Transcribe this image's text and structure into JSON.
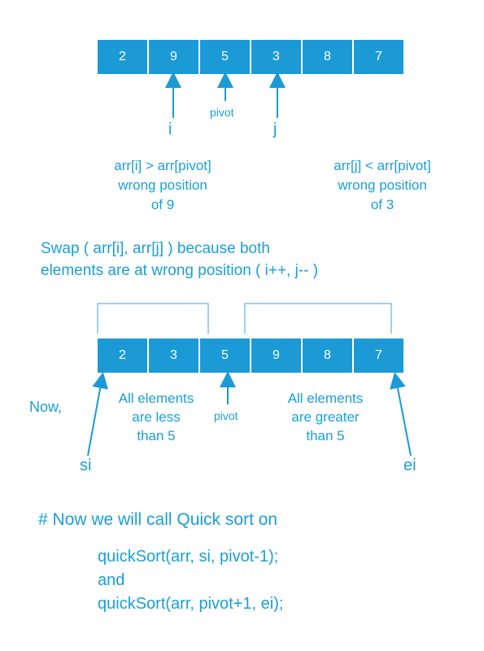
{
  "top_array": {
    "cells": [
      "2",
      "9",
      "5",
      "3",
      "8",
      "7"
    ]
  },
  "top_labels": {
    "i": "i",
    "pivot": "pivot",
    "j": "j"
  },
  "left_note": [
    "arr[i] > arr[pivot]",
    "wrong position",
    "of  9"
  ],
  "right_note": [
    "arr[j] < arr[pivot]",
    "wrong position",
    "of  3"
  ],
  "swap_note": [
    "Swap ( arr[i], arr[j] ) because both",
    "elements are at wrong position ( i++, j-- )"
  ],
  "bottom_array": {
    "cells": [
      "2",
      "3",
      "5",
      "9",
      "8",
      "7"
    ]
  },
  "bottom_labels": {
    "now": "Now,",
    "less_note": [
      "All elements",
      "are less",
      "than  5"
    ],
    "pivot": "pivot",
    "greater_note": [
      "All elements",
      "are greater",
      "than 5"
    ],
    "si": "si",
    "ei": "ei"
  },
  "call_heading": "# Now we will call Quick sort on",
  "code": [
    "quickSort(arr, si, pivot-1);",
    "and",
    "quickSort(arr, pivot+1, ei);"
  ],
  "colors": {
    "cell_fill": "#1b9ad6",
    "text": "#1a9fd9",
    "bracket": "#3aa7dc"
  }
}
